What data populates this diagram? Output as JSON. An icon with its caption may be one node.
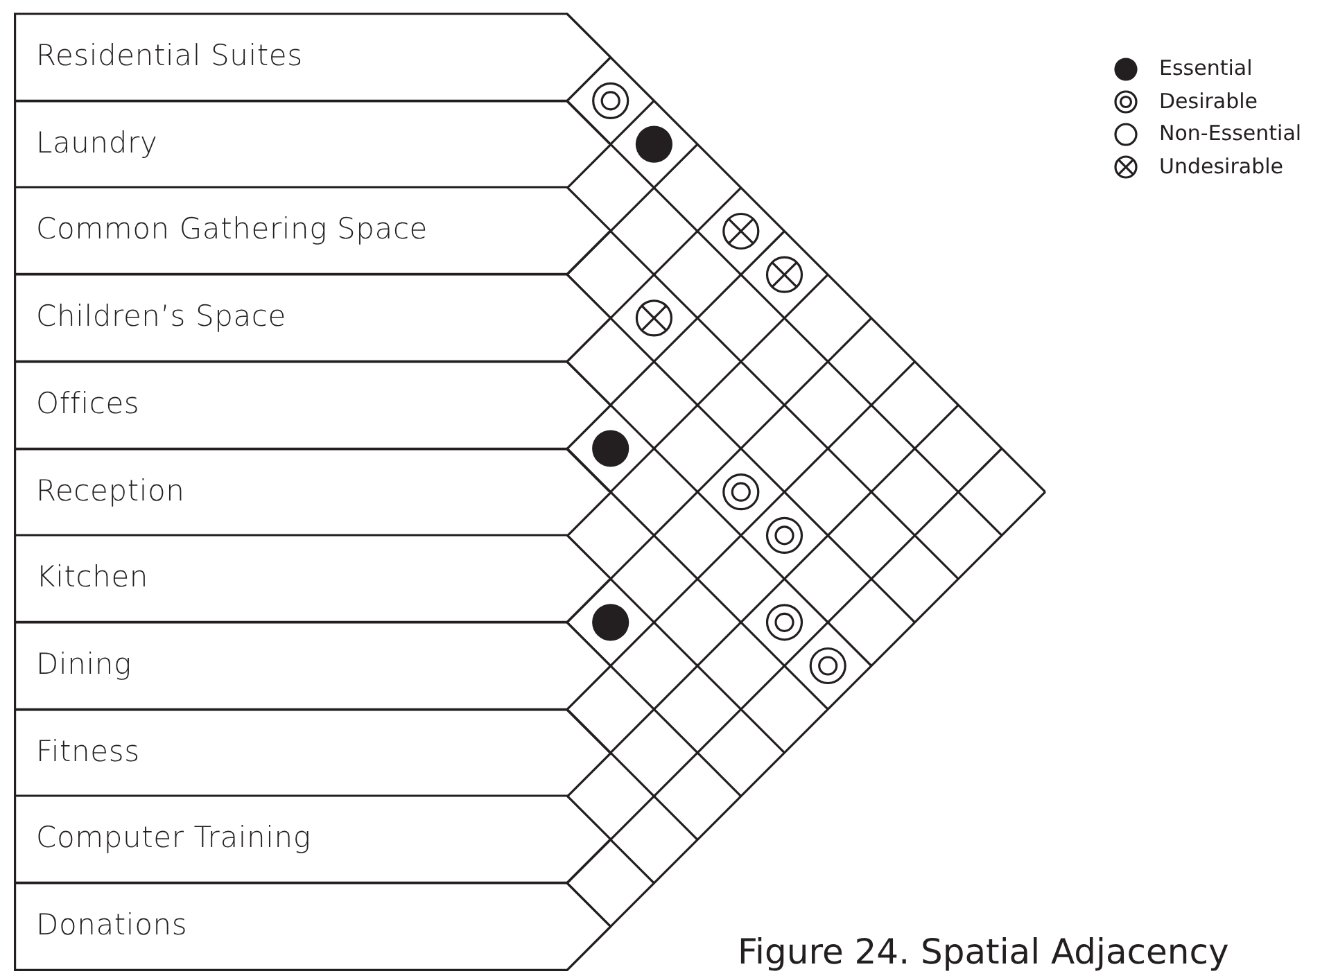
{
  "diagram": {
    "caption": "Figure 24. Spatial Adjacency",
    "nodes": [
      {
        "text": [
          "Residential Suites"
        ]
      },
      {
        "text": [
          "Laundry"
        ]
      },
      {
        "text": [
          "Common Gathering Space"
        ]
      },
      {
        "text": [
          "Children’s Space"
        ]
      },
      {
        "text": [
          "Offices"
        ]
      },
      {
        "text": [
          "Reception"
        ]
      },
      {
        "text": [
          "Kitchen"
        ]
      },
      {
        "text": [
          "Dining"
        ]
      },
      {
        "text": [
          "Fitness"
        ]
      },
      {
        "text": [
          "Computer Training"
        ]
      },
      {
        "text": [
          "Donations"
        ]
      }
    ],
    "legend": [
      {
        "text": "Essential"
      },
      {
        "text": "Desirable"
      },
      {
        "text": "Non-Essential"
      },
      {
        "text": "Undesirable"
      }
    ]
  }
}
